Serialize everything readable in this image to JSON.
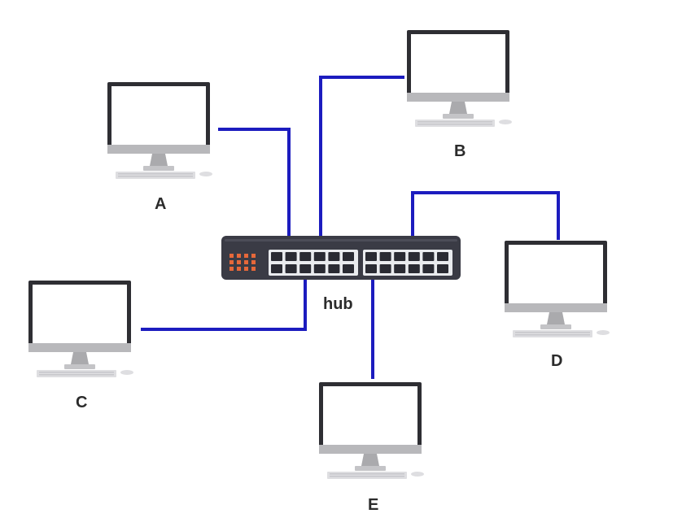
{
  "hub": {
    "label": "hub"
  },
  "computers": [
    {
      "id": "a",
      "label": "A"
    },
    {
      "id": "b",
      "label": "B"
    },
    {
      "id": "c",
      "label": "C"
    },
    {
      "id": "d",
      "label": "D"
    },
    {
      "id": "e",
      "label": "E"
    }
  ],
  "colors": {
    "cable": "#1c1cbf",
    "monitor_frame": "#2e2e33",
    "monitor_chin": "#b8b8bb",
    "hub_body": "#3a3b45",
    "hub_leds": "#e6683a",
    "port_panel": "#e9ebee"
  }
}
